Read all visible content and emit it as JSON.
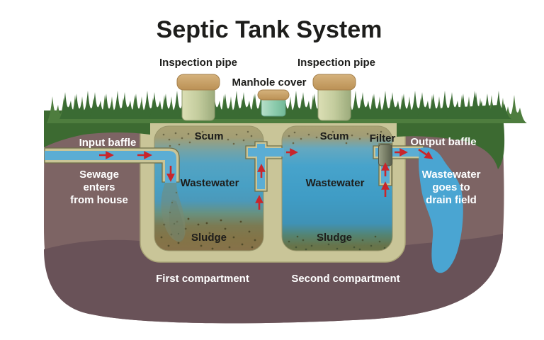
{
  "title": "Septic Tank System",
  "labels": {
    "inspection_pipe_left": "Inspection pipe",
    "inspection_pipe_right": "Inspection pipe",
    "manhole_cover": "Manhole cover",
    "input_baffle": "Input baffle",
    "sewage": {
      "line1": "Sewage",
      "line2": "enters",
      "line3": "from house"
    },
    "scum_first": "Scum",
    "scum_second": "Scum",
    "filter": "Filter",
    "wastewater_first": "Wastewater",
    "wastewater_second": "Wastewater",
    "sludge_first": "Sludge",
    "sludge_second": "Sludge",
    "output_baffle": "Output baffle",
    "drain": {
      "line1": "Wastewater",
      "line2": "goes to",
      "line3": "drain field"
    },
    "first_compartment": "First compartment",
    "second_compartment": "Second compartment"
  },
  "colors": {
    "soil_upper": "#7d6464",
    "soil_lower": "#695258",
    "grass_dark": "#3a6b33",
    "grass_light": "#4e7d3e",
    "grass_band": "#3c6a31",
    "tank_shell": "#c9c598",
    "pipe_water": "#5badd4",
    "drain_water": "#4aa5d2",
    "scum": "#a9a272",
    "sludge": "#857246",
    "arrow": "#c9252b",
    "cap_tan": "#c9a369",
    "manhole_teal": "#96cdb4",
    "label_dark": "#1d1d1b",
    "label_light": "#ffffff"
  }
}
